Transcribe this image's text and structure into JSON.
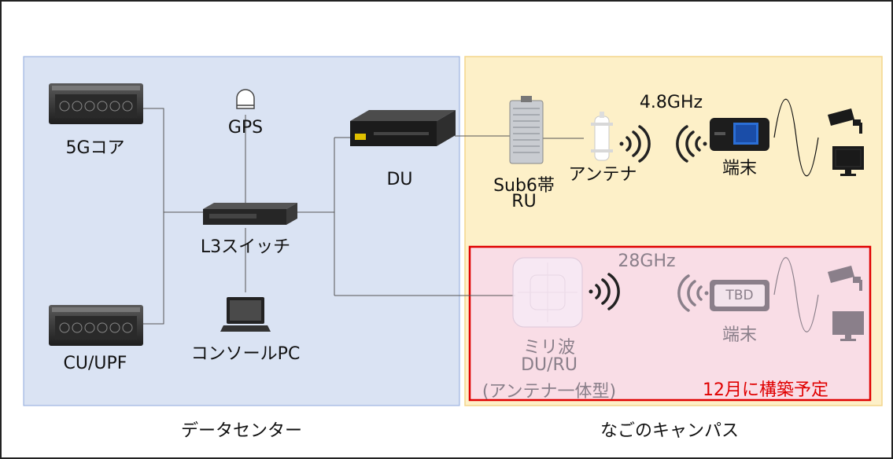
{
  "regions": {
    "datacenter": {
      "label": "データセンター",
      "fill": "#dae3f3",
      "border": "#8faadc"
    },
    "campus": {
      "label": "なごのキャンパス",
      "fill": "#fdf0c8",
      "border": "#f4d58c"
    },
    "mmwave_zone": {
      "border": "#e00000",
      "fill": "#f9dde6",
      "note": "12月に構築予定"
    }
  },
  "nodes": {
    "core": {
      "label": "5Gコア",
      "icon": "rack-server-icon"
    },
    "cu_upf": {
      "label": "CU/UPF",
      "icon": "rack-server-icon"
    },
    "gps": {
      "label": "GPS",
      "icon": "gps-antenna-icon"
    },
    "l3switch": {
      "label": "L3スイッチ",
      "icon": "network-switch-icon"
    },
    "console": {
      "label": "コンソールPC",
      "icon": "laptop-icon"
    },
    "du": {
      "label": "DU",
      "icon": "du-server-icon"
    },
    "sub6_ru": {
      "label_line1": "Sub6帯",
      "label_line2": "RU",
      "icon": "radio-unit-icon"
    },
    "antenna": {
      "label": "アンテナ",
      "icon": "antenna-icon"
    },
    "terminal_1": {
      "label": "端末",
      "icon": "mobile-router-icon"
    },
    "mmwave": {
      "label_line1": "ミリ波",
      "label_line2": "DU/RU",
      "label_line3": "(アンテナ一体型)",
      "icon": "access-point-icon"
    },
    "terminal_2": {
      "label": "端末",
      "badge": "TBD",
      "icon": "mobile-router-icon"
    }
  },
  "links": {
    "sub6_freq": "4.8GHz",
    "mmwave_freq": "28GHz"
  },
  "devices": {
    "camera_icon": "security-camera-icon",
    "monitor_icon": "monitor-icon"
  }
}
